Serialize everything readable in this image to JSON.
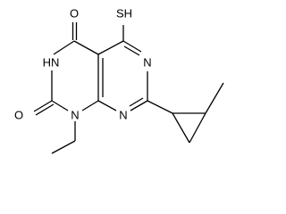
{
  "molecule": {
    "atoms": {
      "o_top": "O",
      "sh": "SH",
      "nh": "HN",
      "n_right": "N",
      "n_bottom": "N",
      "n_left": "N",
      "o_left": "O"
    }
  },
  "colors": {
    "bond": "#000000",
    "label": "#000000",
    "background": "#ffffff"
  }
}
